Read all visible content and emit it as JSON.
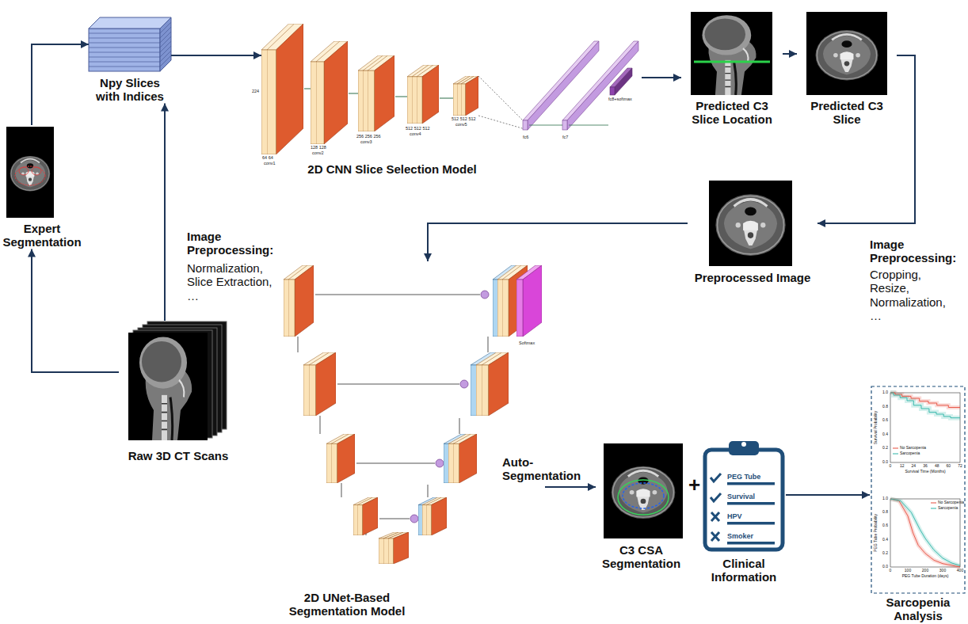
{
  "diagram": {
    "nodes": [
      {
        "text": [
          "Expert Segmentation"
        ]
      },
      {
        "text": [
          "Npy Slices with Indices"
        ]
      },
      {
        "text": [
          "2D CNN Slice Selection Model"
        ]
      },
      {
        "text": [
          "Predicted C3 Slice Location"
        ]
      },
      {
        "text": [
          "Predicted C3 Slice"
        ]
      },
      {
        "text": [
          "Preprocessed Image"
        ]
      },
      {
        "text": [
          "2D UNet-Based Segmentation Model"
        ]
      },
      {
        "text": [
          "Raw 3D CT Scans"
        ]
      },
      {
        "text": [
          "C3 CSA Segmentation"
        ]
      },
      {
        "text": [
          "Clinical Information"
        ]
      },
      {
        "text": [
          "Sarcopenia Analysis"
        ]
      }
    ],
    "edges": [
      {
        "from": 7,
        "to": 0,
        "arrow": "to"
      },
      {
        "from": 0,
        "to": 1,
        "arrow": "to"
      },
      {
        "from": 7,
        "to": 1,
        "arrow": "to"
      },
      {
        "from": 1,
        "to": 2,
        "arrow": "to"
      },
      {
        "from": 2,
        "to": 3,
        "arrow": "to"
      },
      {
        "from": 3,
        "to": 4,
        "arrow": "to"
      },
      {
        "from": 4,
        "to": 5,
        "arrow": "to"
      },
      {
        "from": 5,
        "to": 6,
        "arrow": "to"
      },
      {
        "from": 6,
        "to": 8,
        "label": "Auto-Segmentation",
        "arrow": "to"
      },
      {
        "from": 9,
        "to": 10,
        "arrow": "to"
      }
    ],
    "labels": [
      "Image Preprocessing:",
      "Normalization, Slice Extraction, …",
      "Image Preprocessing:",
      "Cropping, Resize, Normalization, …",
      "+",
      "PEG Tube",
      "Survival",
      "HPV",
      "Smoker",
      "conv1",
      "conv2",
      "conv3",
      "conv4",
      "conv5",
      "fc6",
      "fc7",
      "fc8+softmax",
      "224",
      "64 64",
      "128 128",
      "256 256 256",
      "512 512 512",
      "512 512 512",
      "Softmax",
      "Survival Probability",
      "Survival Time (Months)",
      "PEG Tube Probability",
      "PEG Tube Duration (days)",
      "0",
      "12",
      "24",
      "36",
      "48",
      "60",
      "72",
      "0.0",
      "0.2",
      "0.4",
      "0.6",
      "0.8",
      "1.0",
      "0",
      "100",
      "200",
      "300",
      "400",
      "0.0",
      "0.2",
      "0.4",
      "0.6",
      "0.8",
      "1.0"
    ],
    "legend": [
      {
        "text": "No Sarcopenia"
      },
      {
        "text": "Sarcopenia"
      },
      {
        "text": "No Sarcopenia"
      },
      {
        "text": "Sarcopenia"
      }
    ]
  }
}
